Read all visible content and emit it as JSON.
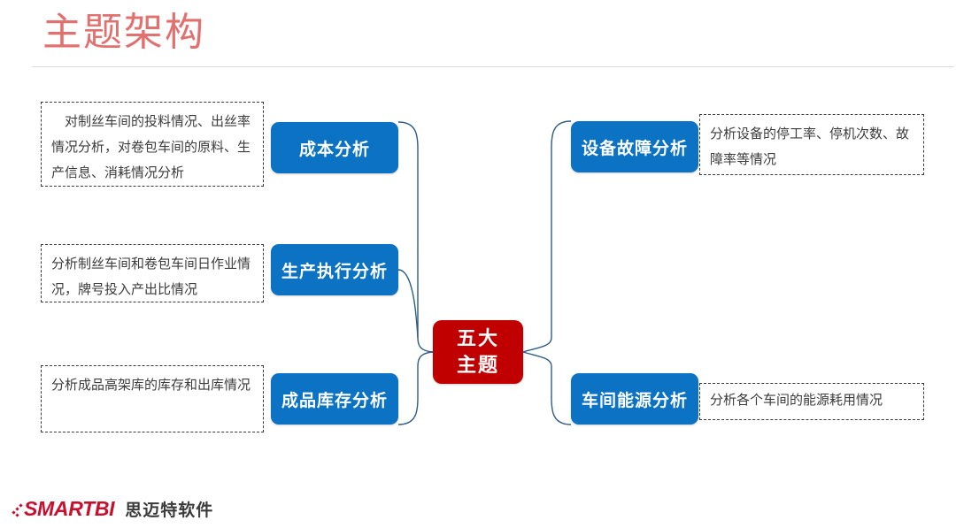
{
  "slide": {
    "title": "主题架构",
    "title_color": "#E1706E",
    "accent_blue": "#0B72C4",
    "accent_red": "#C00000"
  },
  "center": {
    "line1": "五大",
    "line2": "主题"
  },
  "nodes": {
    "left": [
      {
        "label": "成本分析",
        "description_indent": "　",
        "description": "对制丝车间的投料情况、出丝率情况分析，对卷包车间的原料、生产信息、消耗情况分析"
      },
      {
        "label": "生产执行分析",
        "description_indent": "",
        "description": "分析制丝车间和卷包车间日作业情况，牌号投入产出比情况"
      },
      {
        "label": "成品库存分析",
        "description_indent": "",
        "description": "分析成品高架库的库存和出库情况"
      }
    ],
    "right": [
      {
        "label": "设备故障分析",
        "description_indent": "",
        "description": "分析设备的停工率、停机次数、故障率等情况"
      },
      {
        "label": "车间能源分析",
        "description_indent": "",
        "description": "分析各个车间的能源耗用情况"
      }
    ]
  },
  "footer": {
    "brand": "SMARTBI",
    "brand_cn": "思迈特软件",
    "brand_color": "#C8102E"
  }
}
